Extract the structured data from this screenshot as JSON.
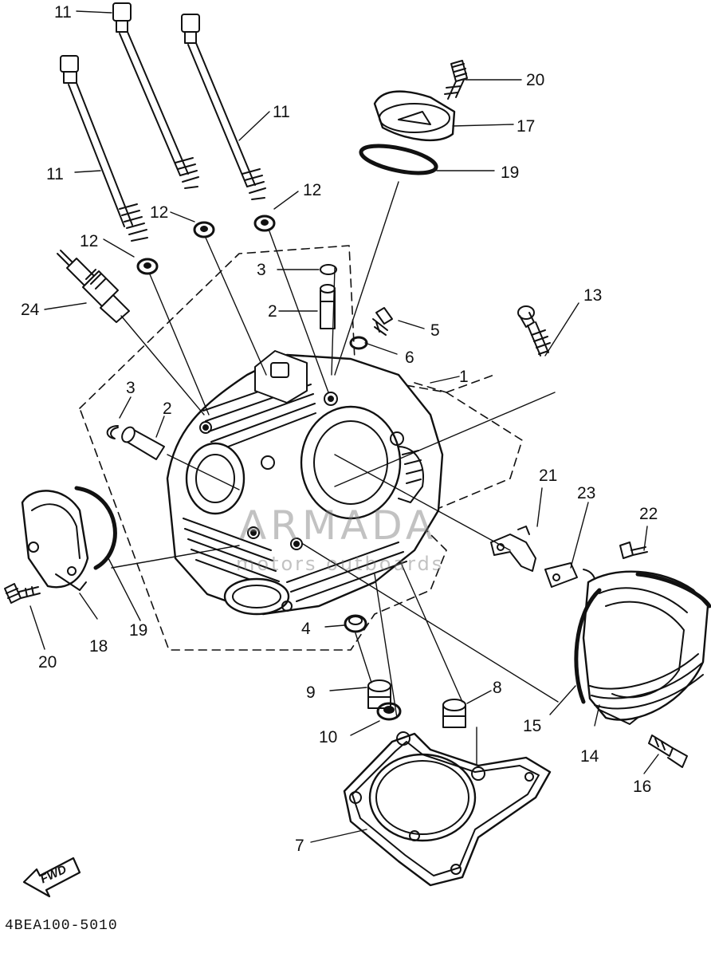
{
  "diagram_code": "4BEA100-5010",
  "fwd_label": "FWD",
  "watermark": {
    "title": "ARMADA",
    "subtitle": "motors outboards"
  },
  "callouts": {
    "c11a": "11",
    "c11b": "11",
    "c11c": "11",
    "c12a": "12",
    "c12b": "12",
    "c12c": "12",
    "c24": "24",
    "c3a": "3",
    "c2a": "2",
    "c3b": "3",
    "c2b": "2",
    "c5": "5",
    "c6": "6",
    "c1": "1",
    "c13": "13",
    "c20a": "20",
    "c17": "17",
    "c19a": "19",
    "c21": "21",
    "c23": "23",
    "c22": "22",
    "c4": "4",
    "c9": "9",
    "c10": "10",
    "c8": "8",
    "c15": "15",
    "c14": "14",
    "c16": "16",
    "c7": "7",
    "c19b": "19",
    "c18": "18",
    "c20b": "20"
  }
}
